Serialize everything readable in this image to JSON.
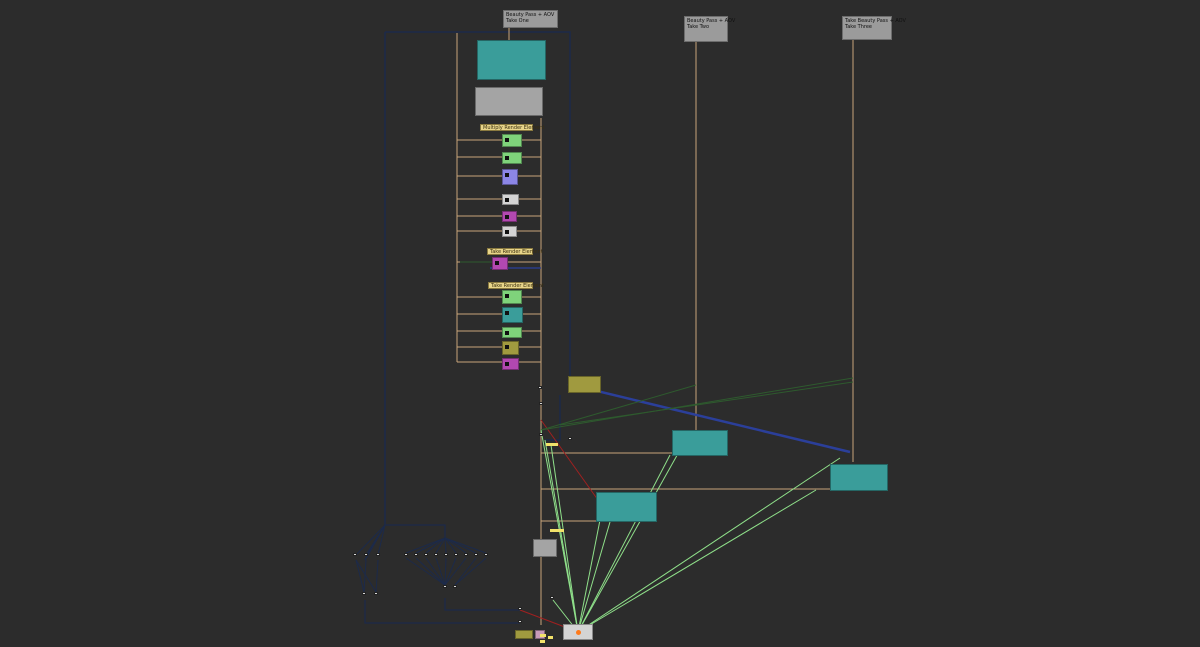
{
  "colors": {
    "canvas": "#2c2c2c",
    "wire_tan": "#c9a57a",
    "wire_navy": "#1c2a4a",
    "wire_green": "#8fe08a",
    "wire_darkgreen": "#2e5a2e",
    "wire_blue": "#2b3f9a",
    "wire_red": "#a02020"
  },
  "label_nodes": [
    {
      "id": "take-one",
      "text": "Beauty Pass + AOV\nTake One"
    },
    {
      "id": "take-two",
      "text": "Beauty Pass + AOV\nTake Two"
    },
    {
      "id": "take-three",
      "text": "Take Beauty Pass + AOV\nTake Three"
    }
  ],
  "backdrops": [
    {
      "id": "backdrop-1",
      "title": "Multiply Render Element"
    },
    {
      "id": "backdrop-2",
      "title": "Take Render Element"
    },
    {
      "id": "backdrop-3",
      "title": "Take Render Element"
    }
  ],
  "icons": {
    "node_port": "port-square",
    "output_dot": "orange-dot"
  }
}
